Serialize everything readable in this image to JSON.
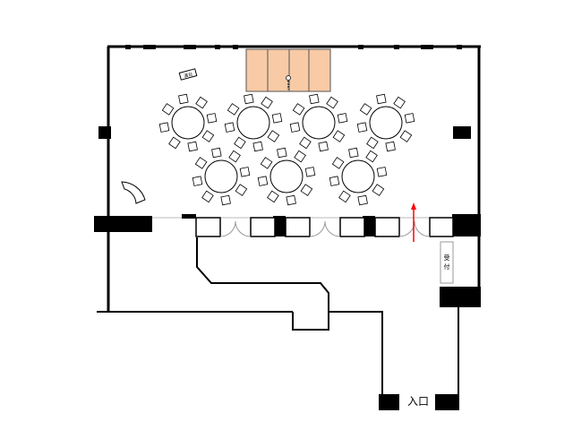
{
  "labels": {
    "podium": "演台",
    "reception": [
      "受",
      "付"
    ],
    "entrance": "入口"
  },
  "colors": {
    "stage": "#f8cba6",
    "wall": "#000000",
    "arrow": "#ff0000"
  },
  "tables": {
    "row1_count": 4,
    "row2_count": 3,
    "chairs_per_table": 8
  }
}
